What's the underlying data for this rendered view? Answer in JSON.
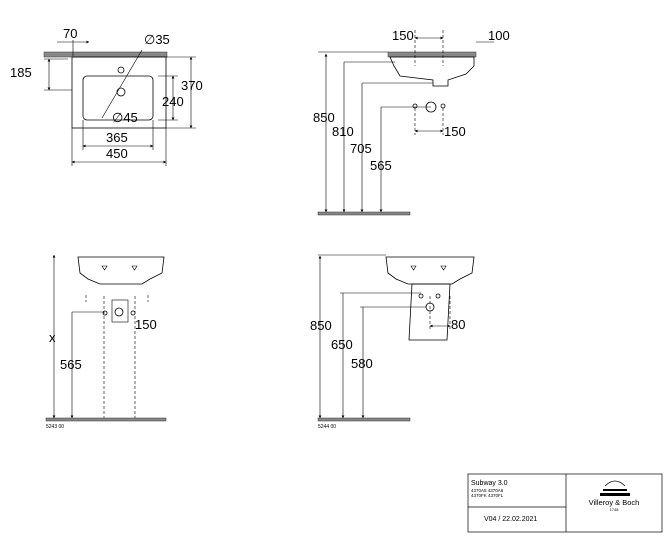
{
  "top_view": {
    "dim_70": "70",
    "dim_185": "185",
    "dim_d35": "∅35",
    "dim_370": "370",
    "dim_240": "240",
    "dim_d45": "∅45",
    "dim_365": "365",
    "dim_450": "450"
  },
  "side_view": {
    "dim_150_top": "150",
    "dim_100": "100",
    "dim_850": "850",
    "dim_810": "810",
    "dim_705": "705",
    "dim_565": "565",
    "dim_150_right": "150"
  },
  "front_pedestal": {
    "dim_x": "x",
    "dim_565": "565",
    "dim_150": "150",
    "code": "5243 00"
  },
  "front_half_pedestal": {
    "dim_850": "850",
    "dim_650": "650",
    "dim_580": "580",
    "dim_80": "80",
    "code": "5244 00"
  },
  "title_block": {
    "product": "Subway 3.0",
    "codes_line1": "4370A5 4370A6",
    "codes_line2": "4370FK 4370FL",
    "version": "V04 / 22.02.2021",
    "brand": "Villeroy & Boch",
    "year": "1748"
  }
}
